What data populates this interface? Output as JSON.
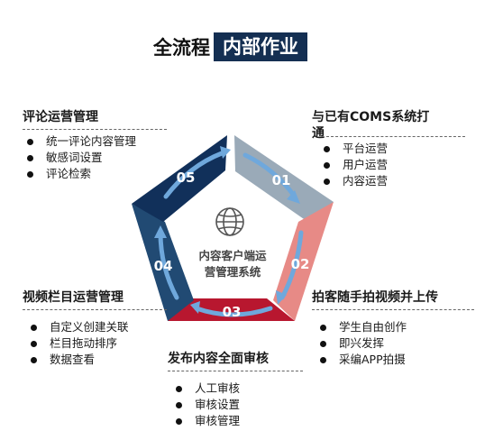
{
  "title": {
    "part1": "全流程",
    "part2": "内部作业"
  },
  "center": {
    "line1": "内容客户端运",
    "line2": "营管理系统",
    "icon": "globe-icon"
  },
  "segments": [
    {
      "num": "01",
      "color": "#9aaab8"
    },
    {
      "num": "02",
      "color": "#e78a86"
    },
    {
      "num": "03",
      "color": "#b8172f"
    },
    {
      "num": "04",
      "color": "#214a73"
    },
    {
      "num": "05",
      "color": "#11305a"
    }
  ],
  "sections": {
    "comment": {
      "heading": "评论运营管理",
      "items": [
        "统一评论内容管理",
        "敏感词设置",
        "评论检索"
      ]
    },
    "coms": {
      "heading_line1": "与已有COMS系统打",
      "heading_line2": "通",
      "items": [
        "平台运营",
        "用户运营",
        "内容运营"
      ]
    },
    "video_column": {
      "heading": "视频栏目运营管理",
      "items": [
        "自定义创建关联",
        "栏目拖动排序",
        "数据查看"
      ]
    },
    "shoot": {
      "heading": "拍客随手拍视频并上传",
      "items": [
        "学生自由创作",
        "即兴发挥",
        "采编APP拍摄"
      ]
    },
    "review": {
      "heading": "发布内容全面审核",
      "items": [
        "人工审核",
        "审核设置",
        "审核管理"
      ]
    }
  }
}
